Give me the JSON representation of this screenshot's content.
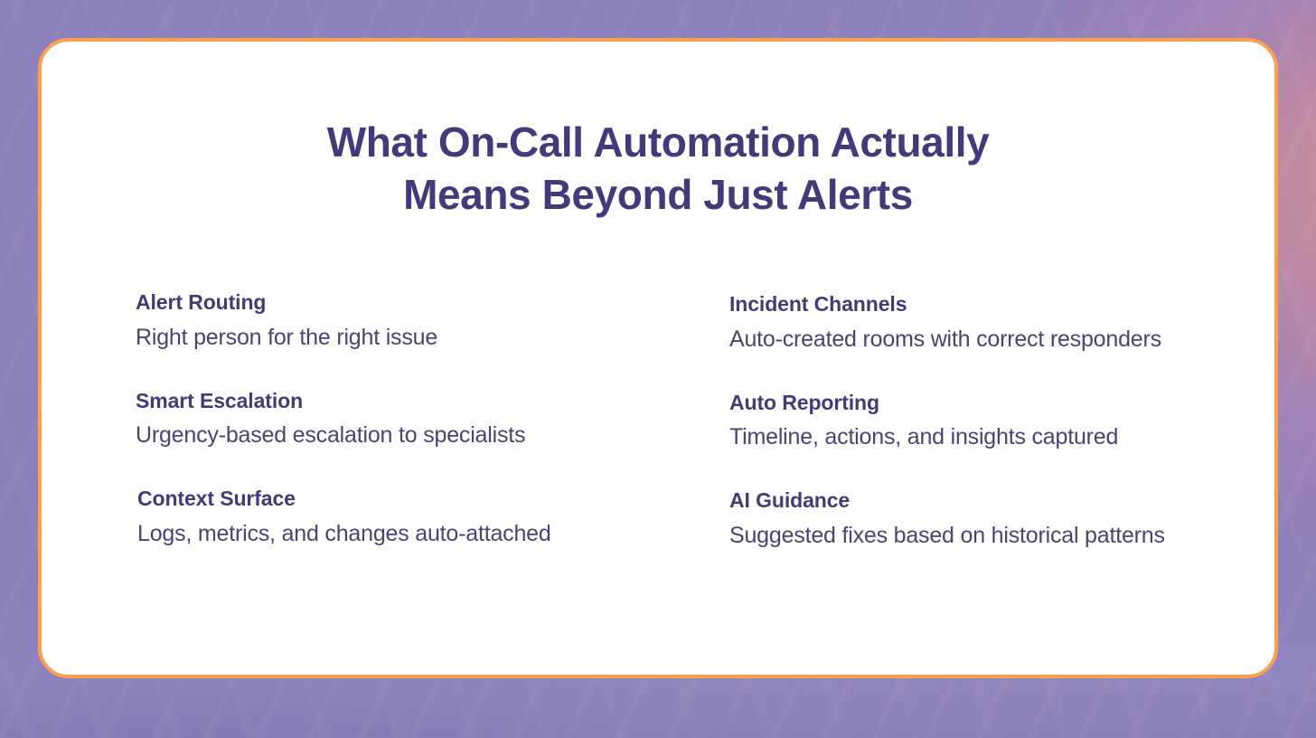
{
  "theme": {
    "card_background": "#ffffff",
    "card_border": "#f9a24f",
    "heading_color": "#443a7a",
    "body_color": "#4a4373",
    "backdrop_purple": "#8a7fba",
    "backdrop_salmon": "#f69680"
  },
  "slide": {
    "title": "What On-Call Automation Actually Means Beyond Just Alerts",
    "title_line_1": "What On-Call Automation Actually",
    "title_line_2": "Means Beyond Just Alerts"
  },
  "features": {
    "left": [
      {
        "title": "Alert Routing",
        "description": "Right person for the right issue"
      },
      {
        "title": "Smart Escalation",
        "description": "Urgency-based escalation to specialists"
      },
      {
        "title": "Context Surface",
        "description": "Logs, metrics, and changes auto-attached"
      }
    ],
    "right": [
      {
        "title": "Incident Channels",
        "description": "Auto-created rooms with correct responders"
      },
      {
        "title": "Auto Reporting",
        "description": "Timeline, actions, and insights captured"
      },
      {
        "title": "AI Guidance",
        "description": "Suggested fixes based on historical patterns"
      }
    ]
  }
}
